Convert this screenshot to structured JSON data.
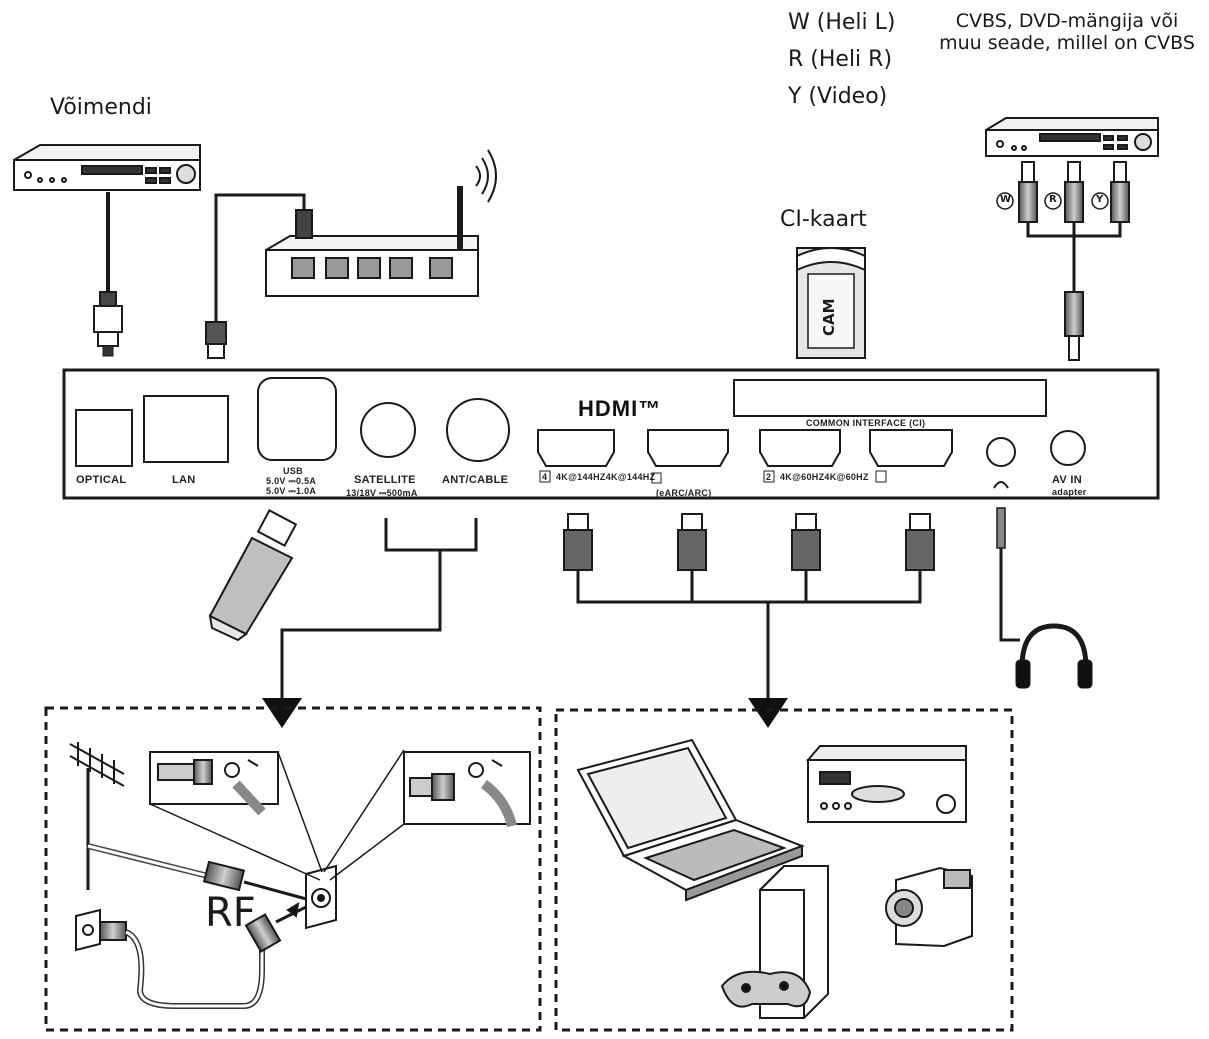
{
  "labels": {
    "amplifier": "Võimendi",
    "audio_left": "W (Heli L)",
    "audio_right": "R (Heli R)",
    "video": "Y (Video)",
    "cvbs_line1": "CVBS, DVD-mängija või",
    "cvbs_line2": "muu seade, millel on CVBS",
    "ci_card": "CI-kaart",
    "cam": "CAM",
    "rf": "RF"
  },
  "ports": {
    "optical": "OPTICAL",
    "lan": "LAN",
    "usb": "USB",
    "usb_power1": "5.0V ⎓0.5A",
    "usb_power2": "5.0V ⎓1.0A",
    "satellite": "SATELLITE",
    "satellite_power": "13/18V ⎓500mA",
    "ant_cable": "ANT/CABLE",
    "hdmi_logo": "HDMI™",
    "hdmi4_num": "4",
    "hdmi4_spec": "4K@144HZ4K@144HZ",
    "hdmi_earc": "(eARC/ARC)",
    "hdmi2_num": "2",
    "hdmi2_spec": "4K@60HZ4K@60HZ",
    "common_interface": "COMMON INTERFACE (CI)",
    "av_in": "AV IN",
    "adapter": "adapter",
    "rca_w": "W",
    "rca_r": "R",
    "rca_y": "Y"
  },
  "colors": {
    "ink": "#1a1a1a",
    "panel": "#ffffff",
    "gray": "#dcdcdc"
  }
}
